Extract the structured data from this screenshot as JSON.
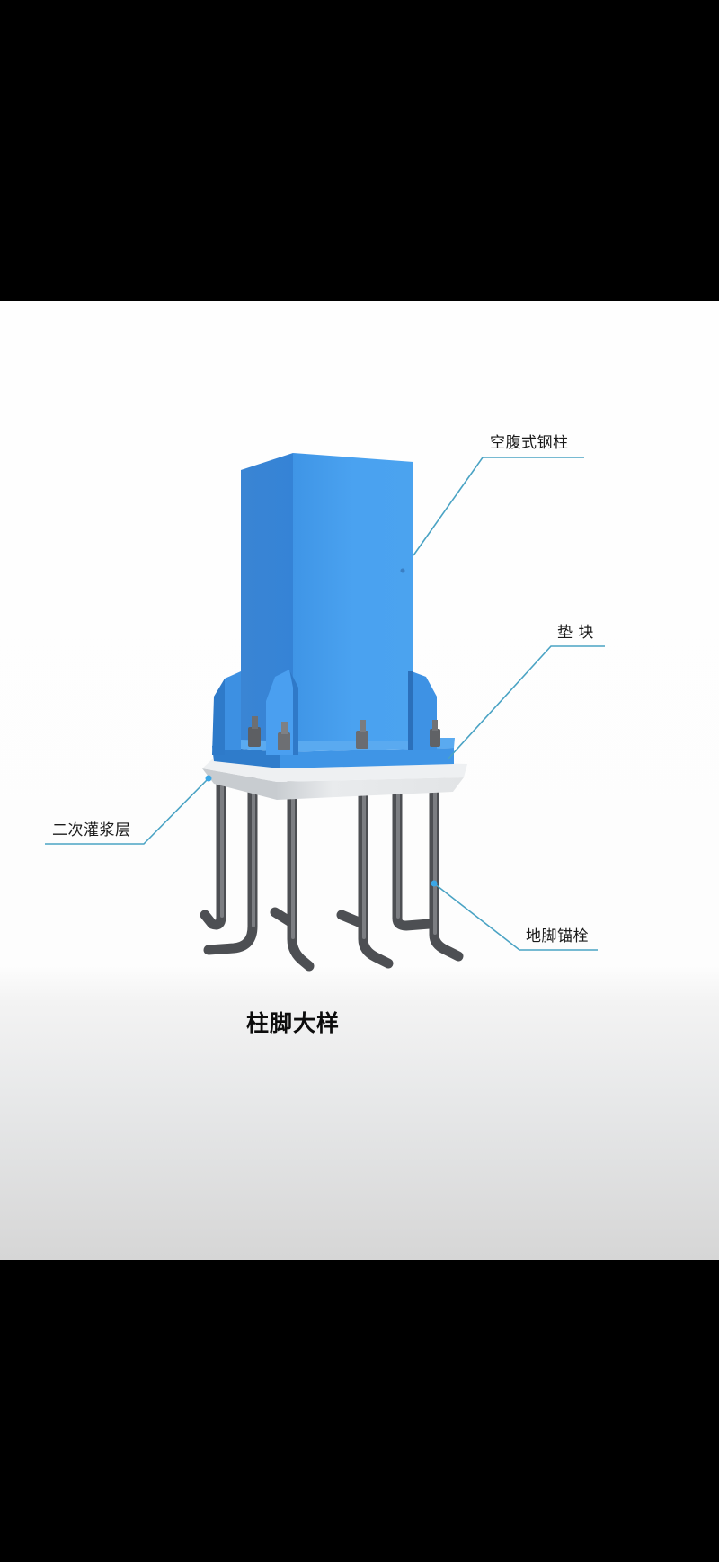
{
  "diagram": {
    "title": "柱脚大样",
    "labels": {
      "column": "空腹式钢柱",
      "shim_block": "垫 块",
      "grout_layer": "二次灌浆层",
      "anchor_bolt": "地脚锚栓"
    },
    "colors": {
      "column_front": "#48a0ee",
      "column_side": "#3b87d6",
      "column_top": "#2f78c8",
      "grout": "#e4e6e8",
      "anchor": "#5a5c60",
      "leader_line": "#4aa3c4",
      "background": "#fefefe"
    }
  }
}
